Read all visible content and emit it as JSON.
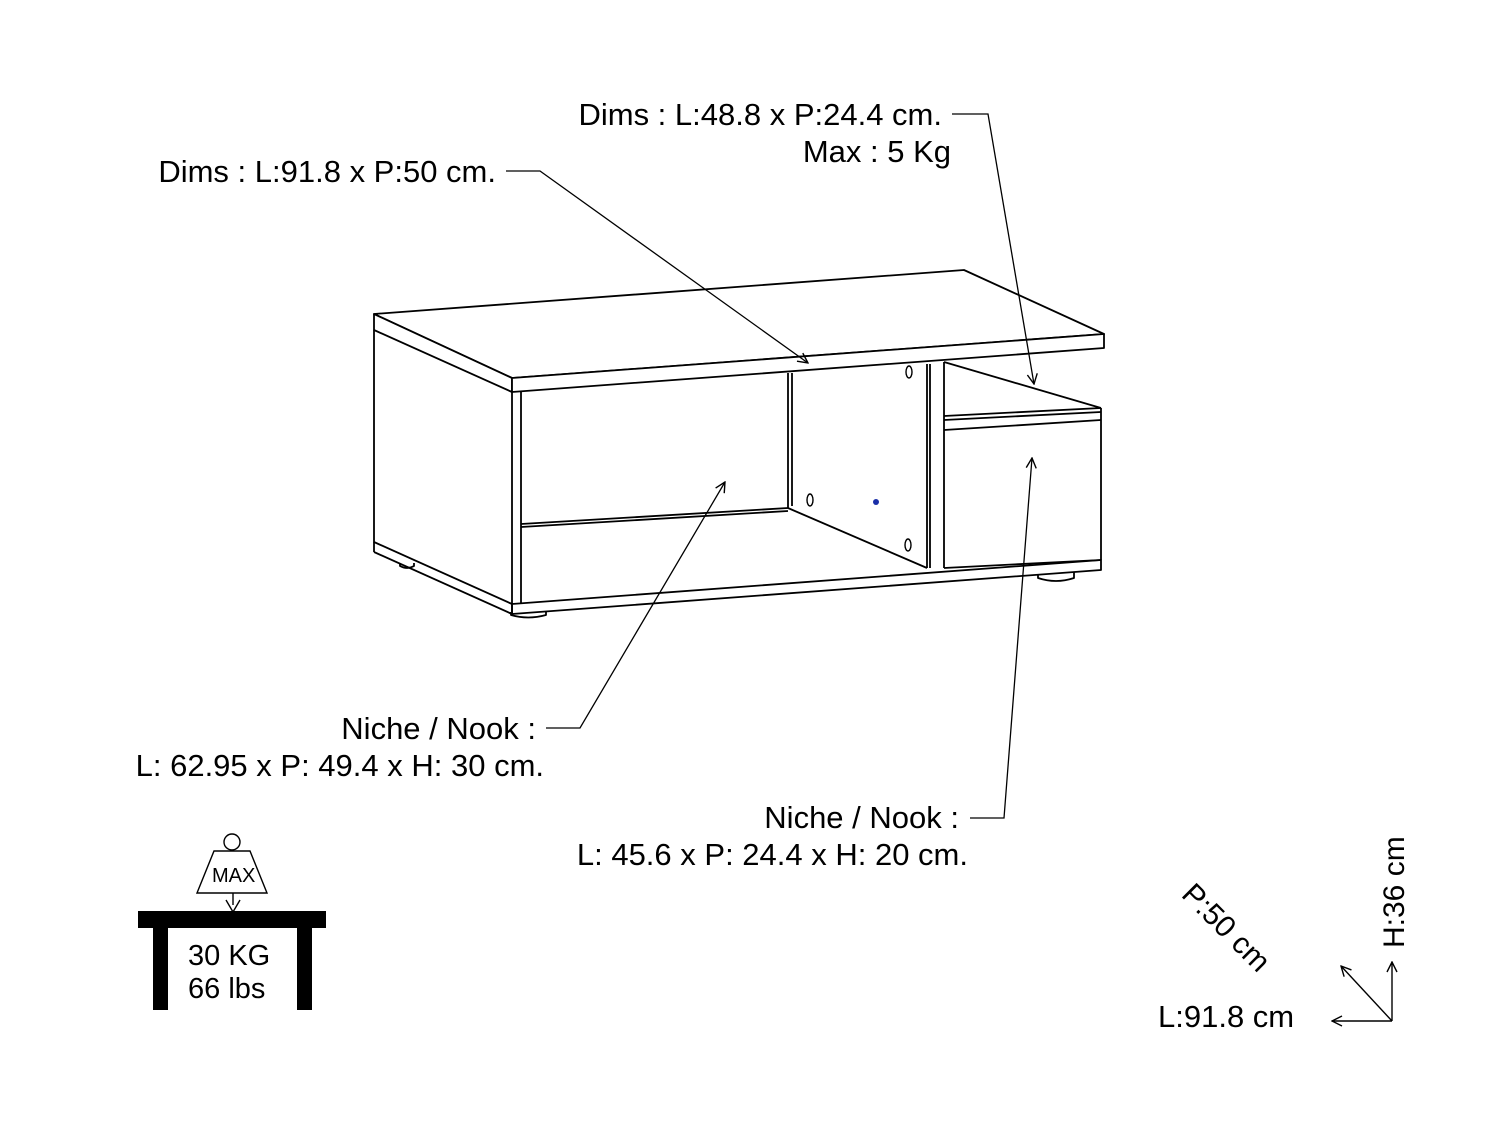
{
  "callouts": {
    "top_panel": {
      "text": "Dims : L:91.8 x P:50 cm."
    },
    "top_shelf": {
      "line1": "Dims : L:48.8 x P:24.4 cm.",
      "line2": "Max : 5 Kg"
    },
    "large_niche": {
      "line1": "Niche / Nook :",
      "line2": "L: 62.95 x P: 49.4 x H: 30 cm."
    },
    "small_niche": {
      "line1": "Niche / Nook :",
      "line2": "L: 45.6 x P: 24.4 x H: 20 cm."
    }
  },
  "max_load": {
    "badge": "MAX",
    "kg": "30 KG",
    "lbs": "66 lbs"
  },
  "overall_dims": {
    "length": "L:91.8 cm",
    "depth": "P:50 cm",
    "height": "H:36 cm"
  },
  "colors": {
    "line": "#000000",
    "background": "#ffffff",
    "dot": "#1a2fa8"
  }
}
